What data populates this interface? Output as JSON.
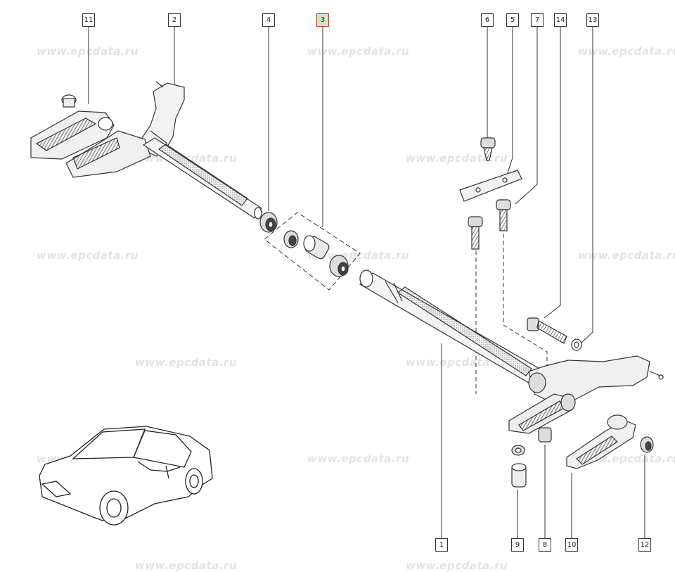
{
  "watermark_text": "www.epcdata.ru",
  "callouts": {
    "c1": "1",
    "c2": "2",
    "c3": "3",
    "c4": "4",
    "c5": "5",
    "c6": "6",
    "c7": "7",
    "c8": "8",
    "c9": "9",
    "c10": "10",
    "c11": "11",
    "c12": "12",
    "c13": "13",
    "c14": "14"
  },
  "selected_callout": "3",
  "colors": {
    "line": "#333333",
    "highlight_fill": "#cfe6c8",
    "highlight_border": "#c0392b",
    "watermark": "#e3e3e3"
  }
}
